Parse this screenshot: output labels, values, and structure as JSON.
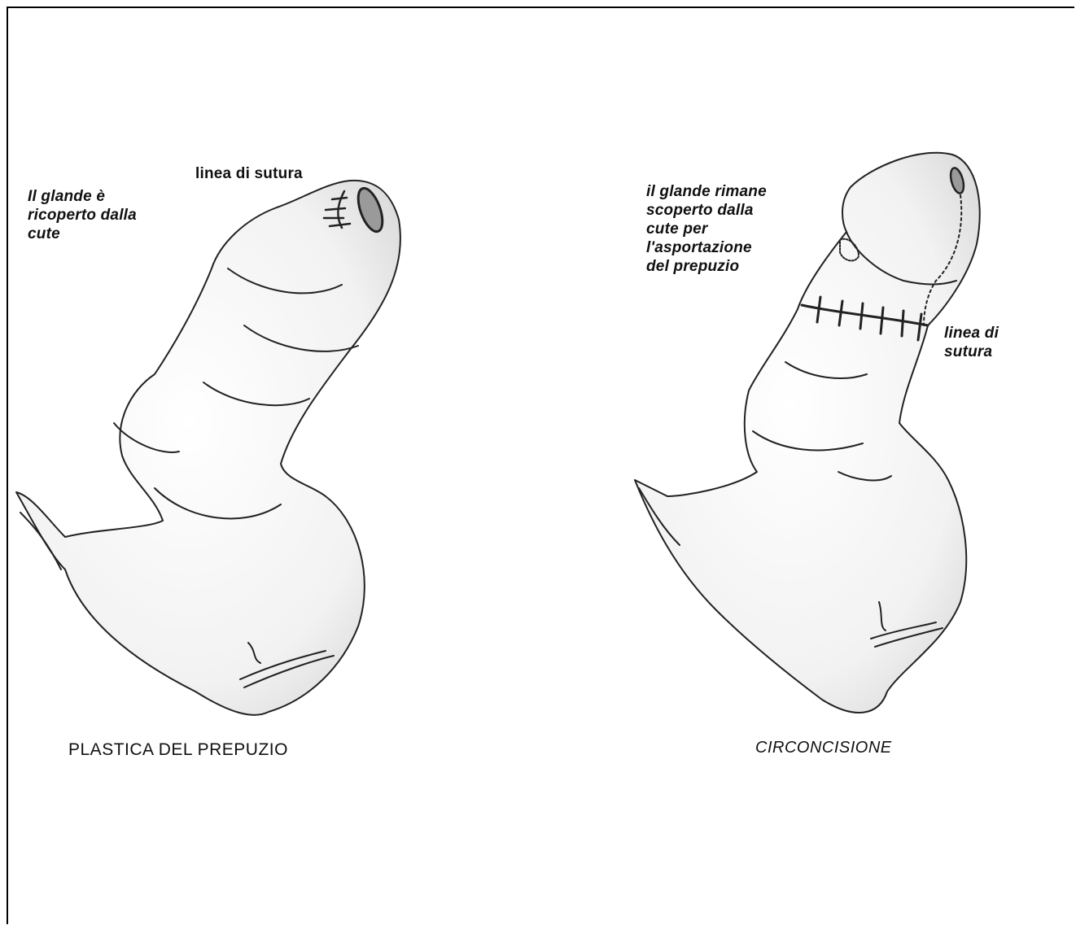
{
  "figure": {
    "left": {
      "note_lines": [
        "Il glande è",
        "ricoperto dalla",
        "cute"
      ],
      "suture_label": "linea di sutura",
      "caption": "PLASTICA DEL PREPUZIO"
    },
    "right": {
      "note_lines": [
        "il glande rimane",
        "scoperto dalla",
        "cute per",
        "l'asportazione",
        "del prepuzio"
      ],
      "suture_label_lines": [
        "linea di",
        "sutura"
      ],
      "caption": "CIRCONCISIONE"
    }
  }
}
